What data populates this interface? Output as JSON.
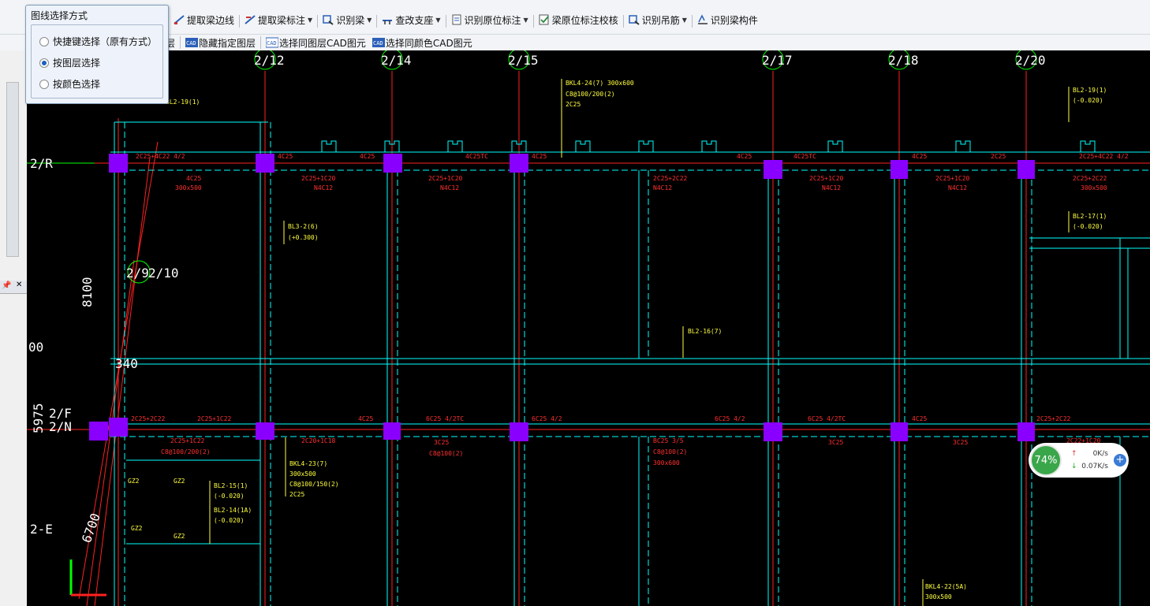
{
  "toolbar": {
    "row1": [
      {
        "label": "提取梁边线",
        "dropdown": false
      },
      {
        "label": "提取梁标注",
        "dropdown": true
      },
      {
        "label": "识别梁",
        "dropdown": true
      },
      {
        "label": "查改支座",
        "dropdown": true
      },
      {
        "label": "识别原位标注",
        "dropdown": true
      },
      {
        "label": "梁原位标注校核",
        "dropdown": false
      },
      {
        "label": "识别吊筋",
        "dropdown": true
      },
      {
        "label": "识别梁构件",
        "dropdown": false
      }
    ],
    "row2": [
      {
        "label": "层"
      },
      {
        "label": "隐藏指定图层"
      },
      {
        "label": "选择同图层CAD图元"
      },
      {
        "label": "选择同颜色CAD图元"
      }
    ]
  },
  "popup": {
    "title": "图线选择方式",
    "options": [
      {
        "label": "快捷键选择（原有方式）",
        "selected": false
      },
      {
        "label": "按图层选择",
        "selected": true
      },
      {
        "label": "按颜色选择",
        "selected": false
      }
    ]
  },
  "netwidget": {
    "percent": "74%",
    "up": "0K/s",
    "down": "0.07K/s"
  },
  "cad": {
    "axes_top": [
      "2/12",
      "2/14",
      "2/15",
      "2/17",
      "2/18",
      "2/20"
    ],
    "axes_left": [
      "2/R",
      "2/F",
      "2/N",
      "2-E"
    ],
    "left_dims": [
      "8100",
      "340",
      "00",
      "2/9",
      "5975",
      "6700"
    ],
    "axis_bubble": "2/10",
    "beam_labels": {
      "bkl424": "BKL4-24(7) 300x600",
      "bkl424b": "C8@100/200(2)",
      "bkl424c": "2C25",
      "bl219": "BL2-19(1)",
      "bl219r": "BL2-19(1)",
      "bl219rb": "(-0.020)",
      "bl217": "BL2-17(1)",
      "bl217b": "(-0.020)",
      "bl32": "BL3-2(6)",
      "bl32b": "(+0.300)",
      "bl216": "BL2-16(7)",
      "bkl423": "BKL4-23(7)",
      "bkl423b": "300x500",
      "bkl423c": "C8@100/150(2)",
      "bkl423d": "2C25",
      "bl215": "BL2-15(1)",
      "bl215b": "(-0.020)",
      "bl214": "BL2-14(1A)",
      "bl214b": "(-0.020)",
      "bkl422": "BKL4-22(5A)",
      "bkl422b": "300x500",
      "bc25": "BC25 3/5",
      "bc25b": "C8@100(2)",
      "bc25c": "300x600",
      "gz2a": "GZ2",
      "gz2b": "GZ2",
      "gz2c": "GZ2",
      "gz2d": "GZ2"
    },
    "rebar_top": [
      "2C25+4C22 4/2",
      "4C25",
      "4C25",
      "4C25TC",
      "4C25",
      "4C25",
      "4C25TC",
      "4C25",
      "2C25",
      "2C25+4C22 4/2"
    ],
    "rebar_mid": [
      "4C25",
      "300x500",
      "2C25+1C20",
      "N4C12",
      "2C25+1C20",
      "N4C12",
      "2C25+2C22",
      "N4C12",
      "2C25+1C20",
      "N4C12",
      "2C25+1C20",
      "N4C12",
      "2C25+2C22",
      "300x500"
    ],
    "rebar_low": [
      "2C25+2C22",
      "2C25+1C22",
      "4C25",
      "6C25 4/2TC",
      "6C25 4/2",
      "6C25 4/2",
      "6C25 4/2TC",
      "4C25",
      "2C25+2C22"
    ],
    "rebar_low2": [
      "2C25+1C22",
      "C8@100/200(2)",
      "2C20+1C18",
      "3C25",
      "C8@100(2)",
      "3C25",
      "3C25",
      "2C22+1C20"
    ]
  },
  "colors": {
    "canvas": "#000000",
    "grid": "#ff2020",
    "beam": "#00ffff",
    "col": "#8a00ff",
    "text_red": "#ff3030",
    "text_yel": "#ffff40",
    "axis": "#00ff00"
  }
}
